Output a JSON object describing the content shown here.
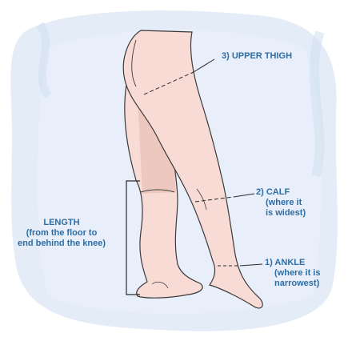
{
  "labels": {
    "upper_thigh": {
      "line1": "3) UPPER THIGH"
    },
    "calf": {
      "line1": "2)  CALF",
      "line2": "(where it",
      "line3": "is widest)"
    },
    "ankle": {
      "line1": "1)  ANKLE",
      "line2": "(where it is",
      "line3": "narrowest)"
    },
    "length": {
      "line1": "LENGTH",
      "line2": "(from the floor to",
      "line3": "end behind the knee)"
    }
  },
  "colors": {
    "label_text": "#2e6da4",
    "background_wash": "#dfe9f6",
    "skin": "#f9dbd6",
    "skin_outline": "#3a3a3a",
    "stocking_band": "#e8c2b6"
  }
}
